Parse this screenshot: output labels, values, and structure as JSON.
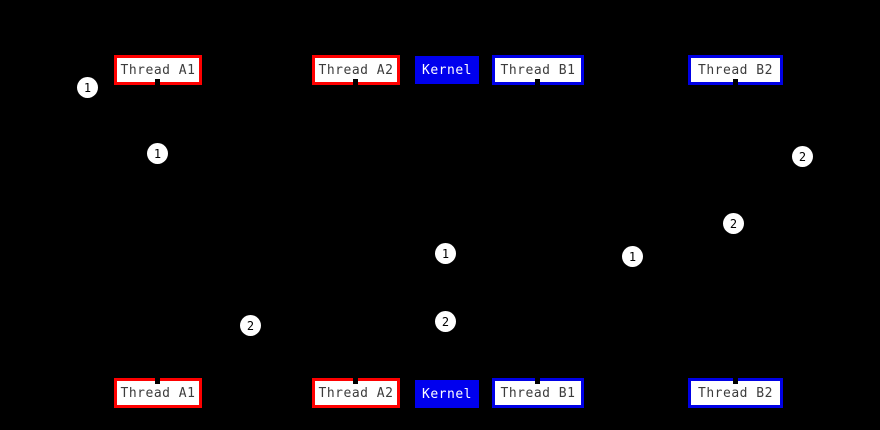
{
  "diagram": {
    "type": "thread-kernel-sequence-diagram",
    "background_color": "#000000",
    "colors": {
      "thread_a_border": "#fe0000",
      "thread_b_border": "#0000e6",
      "kernel_background": "#0000ee",
      "box_background": "#ffffff",
      "box_text": "#3c3c3c",
      "kernel_text": "#ffffff",
      "marker_background": "#ffffff",
      "marker_text": "#000000"
    },
    "actors": {
      "thread_a1": "Thread A1",
      "thread_a2": "Thread A2",
      "kernel": "Kernel",
      "thread_b1": "Thread B1",
      "thread_b2": "Thread B2"
    },
    "markers": [
      {
        "label": "1"
      },
      {
        "label": "1"
      },
      {
        "label": "2"
      },
      {
        "label": "2"
      },
      {
        "label": "1"
      },
      {
        "label": "1"
      },
      {
        "label": "2"
      },
      {
        "label": "2"
      }
    ]
  }
}
